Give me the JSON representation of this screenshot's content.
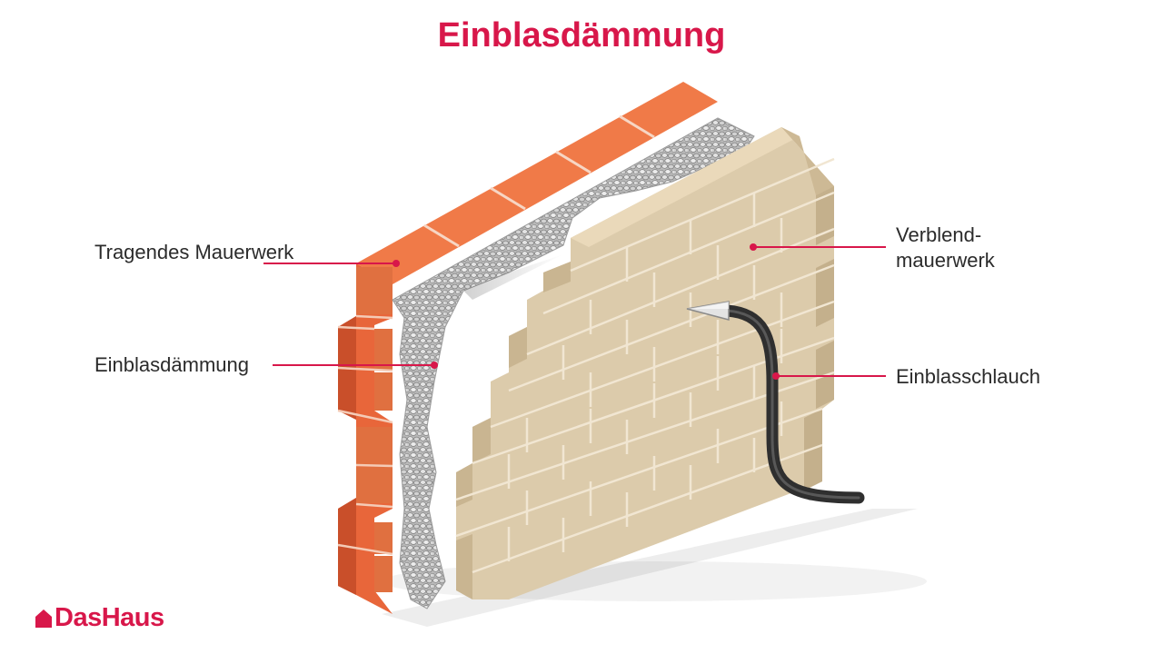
{
  "title": "Einblasdämmung",
  "labels": {
    "tragendes_mauerwerk": "Tragendes Mauerwerk",
    "einblasdaemmung": "Einblasdämmung",
    "verblendmauerwerk": "Verblend- mauerwerk",
    "einblasschlauch": "Einblasschlauch"
  },
  "logo": {
    "text": "DasHaus",
    "icon": "house-icon"
  },
  "colors": {
    "accent": "#d8174a",
    "brick_red": "#e8663a",
    "brick_red_top": "#f07a48",
    "brick_red_side": "#c94f2a",
    "facing_brick": "#d9c7a6",
    "facing_brick_side": "#bea985",
    "insulation": "#b8b8b8",
    "hose": "#3a3a3a"
  }
}
